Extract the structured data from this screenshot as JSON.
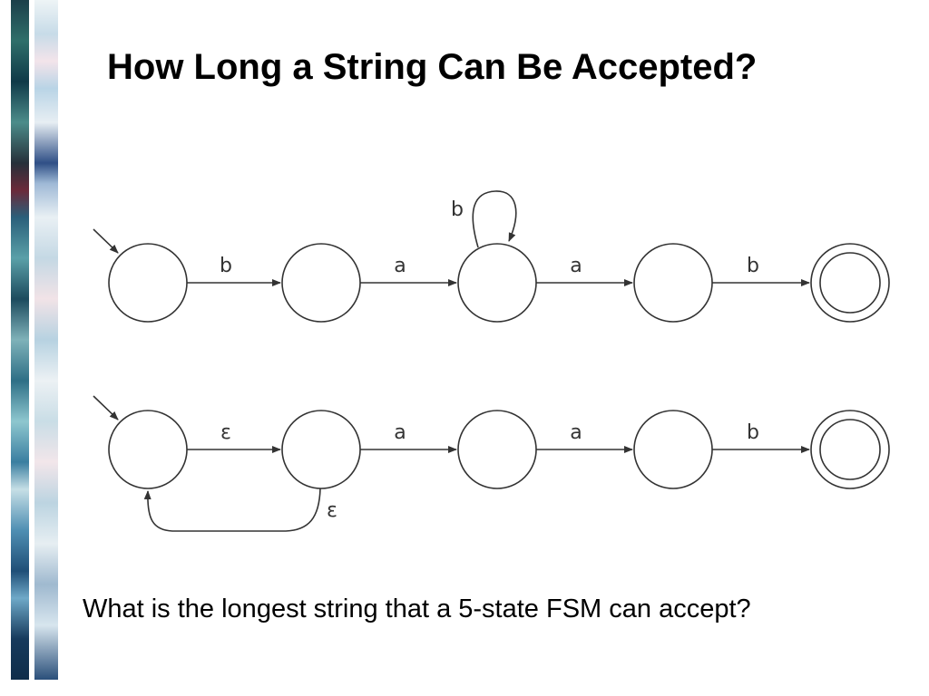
{
  "slide": {
    "title": "How Long a String Can Be Accepted?",
    "question": "What is the longest string that a 5-state FSM can accept?"
  },
  "diagrams": {
    "top": {
      "transitions": [
        "b",
        "a",
        "a",
        "b"
      ],
      "self_loop": "b"
    },
    "bottom": {
      "transitions": [
        "ε",
        "a",
        "a",
        "b"
      ],
      "back_edge": "ε"
    }
  },
  "colors": {
    "ink": "#333333",
    "background": "#ffffff"
  }
}
